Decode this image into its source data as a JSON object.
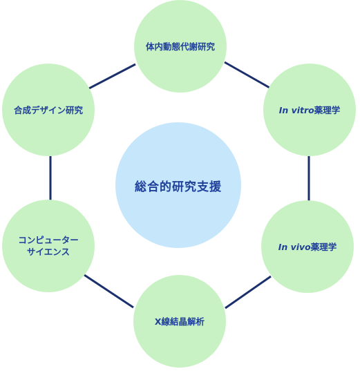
{
  "center": {
    "label": "総合的研究支援"
  },
  "nodes": {
    "top": {
      "label": "体内動態代謝研究"
    },
    "upper_right": {
      "italic": "In vitro",
      "suffix": "薬理学"
    },
    "lower_right": {
      "italic": "In vivo",
      "suffix": "薬理学"
    },
    "bottom": {
      "label": "X線結晶解析"
    },
    "lower_left": {
      "line1": "コンピューター",
      "line2": "サイエンス"
    },
    "upper_left": {
      "label": "合成デザイン研究"
    }
  },
  "colors": {
    "outer_fill": "#c9f2c4",
    "center_fill": "#c6e6fb",
    "text": "#1f3f99",
    "connector": "#1a2f6b"
  }
}
